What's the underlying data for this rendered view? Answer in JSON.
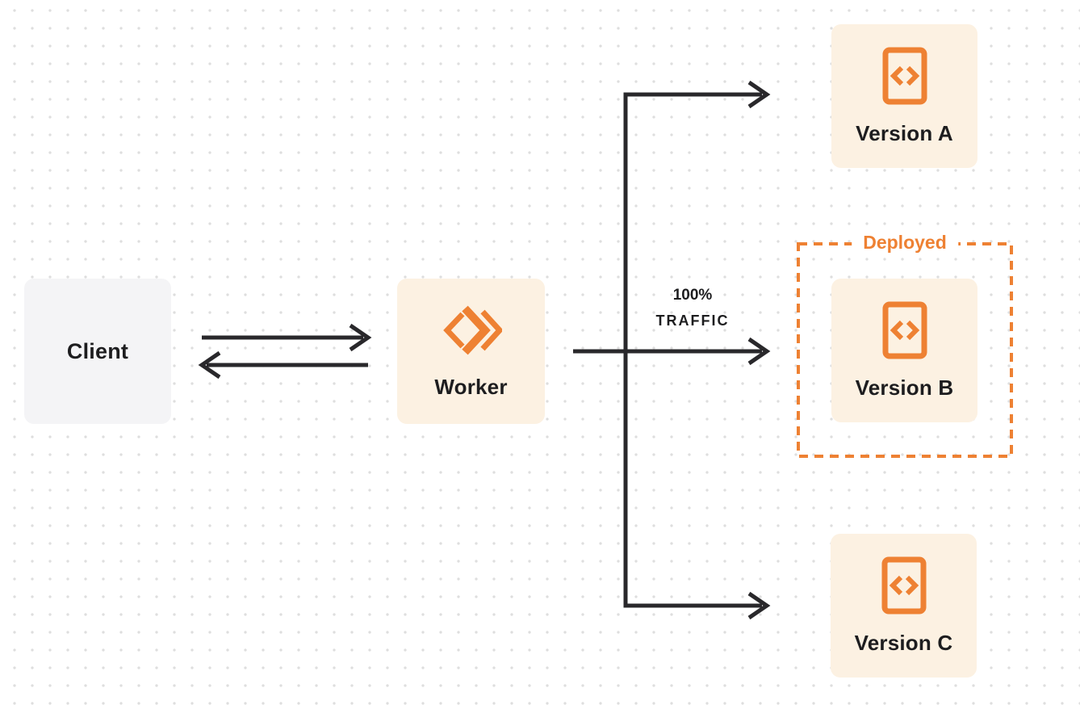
{
  "diagram": {
    "client": {
      "label": "Client"
    },
    "worker": {
      "label": "Worker"
    },
    "versions": [
      {
        "label": "Version A",
        "deployed": false
      },
      {
        "label": "Version B",
        "deployed": true
      },
      {
        "label": "Version C",
        "deployed": false
      }
    ],
    "deployed_box_label": "Deployed",
    "traffic_label": {
      "line1": "100%",
      "line2": "TRAFFIC"
    },
    "icons": {
      "worker": "cloudflare-workers-icon",
      "version": "code-file-icon"
    },
    "colors": {
      "accent_orange": "#EE8133",
      "node_cream": "#FCF1E2",
      "client_gray": "#F4F4F6",
      "connector_dark": "#29282B",
      "text_dark": "#1D1D1F",
      "dot_grid": "#DEDEDE",
      "background": "#FFFFFF"
    }
  }
}
